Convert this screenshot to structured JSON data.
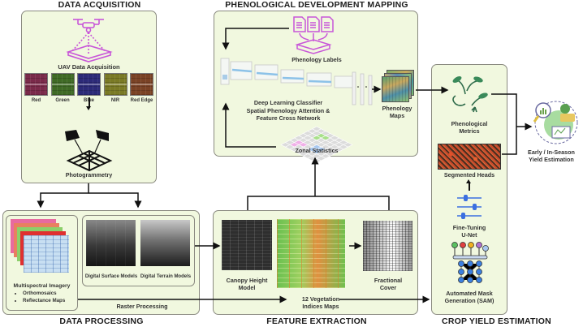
{
  "sections": {
    "data_acquisition": "DATA ACQUISITION",
    "phenological_mapping": "PHENOLOGICAL DEVELOPMENT MAPPING",
    "data_processing": "DATA PROCESSING",
    "feature_extraction": "FEATURE EXTRACTION",
    "crop_yield_estimation": "CROP YIELD ESTIMATION"
  },
  "acquisition": {
    "uav_label": "UAV Data Acquisition",
    "bands": [
      {
        "label": "Red",
        "color": "#7a2a4a"
      },
      {
        "label": "Green",
        "color": "#3f6a25"
      },
      {
        "label": "Blue",
        "color": "#2c2a78"
      },
      {
        "label": "NIR",
        "color": "#7a7a25"
      },
      {
        "label": "Red Edge",
        "color": "#7a4225"
      }
    ],
    "photogrammetry_label": "Photogrammetry",
    "icon_names": [
      "drone-icon",
      "camera-icon",
      "ground-grid-icon"
    ]
  },
  "processing": {
    "multispectral_label": "Multispectral Imagery",
    "bullets": [
      "Orthomosaics",
      "Reflectance Maps"
    ],
    "dsm_label": "Digital Surface Models",
    "dtm_label": "Digital Terrain Models",
    "raster_label": "Raster Processing"
  },
  "phenology": {
    "labels_label": "Phenology Labels",
    "classifier_label_1": "Deep Learning Classifier",
    "classifier_label_2": "Spatial Phenology Attention &",
    "classifier_label_3": "Feature Cross Network",
    "maps_label_1": "Phenology",
    "maps_label_2": "Maps",
    "zonal_label": "Zonal Statistics"
  },
  "features": {
    "chm_label_1": "Canopy Height",
    "chm_label_2": "Model",
    "vi_label_1": "12 Vegetation",
    "vi_label_2": "Indices Maps",
    "fc_label_1": "Fractional",
    "fc_label_2": "Cover"
  },
  "yield": {
    "metrics_label_1": "Phenological",
    "metrics_label_2": "Metrics",
    "heads_label": "Segmented Heads",
    "unet_label_1": "Fine-Tuning",
    "unet_label_2": "U-Net",
    "sam_label_1": "Automated Mask",
    "sam_label_2": "Generation (SAM)",
    "final_label_1": "Early / In-Season",
    "final_label_2": "Yield Estimation"
  },
  "colors": {
    "panel_fill": "#f1f8df",
    "accent_magenta": "#c856d8",
    "accent_green": "#3a8a5a",
    "accent_blue": "#3b6fe0"
  }
}
